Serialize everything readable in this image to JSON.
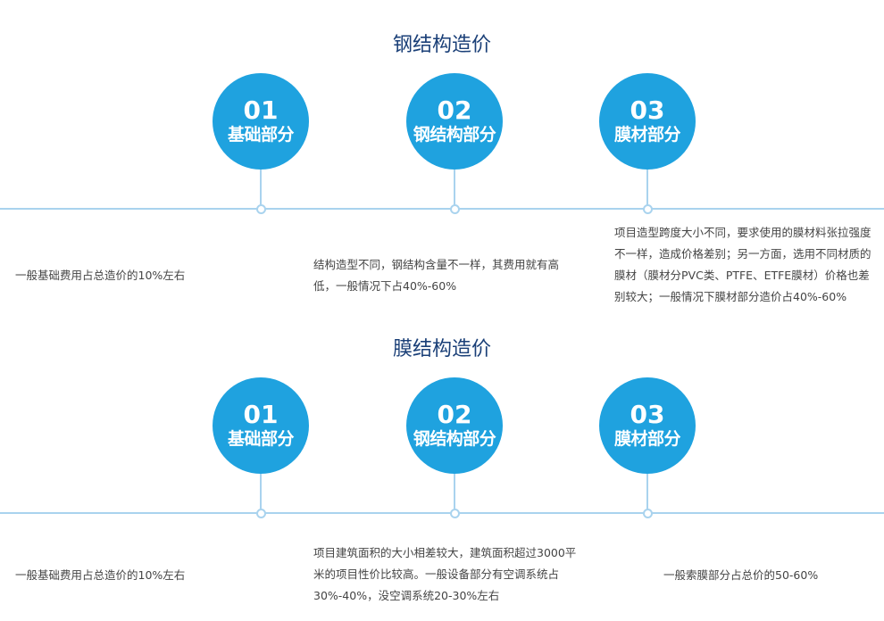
{
  "sections": [
    {
      "title": "钢结构造价",
      "items": [
        {
          "num": "01",
          "label": "基础部分",
          "desc": "一般基础费用占总造价的10%左右"
        },
        {
          "num": "02",
          "label": "钢结构部分",
          "desc": "结构造型不同，钢结构含量不一样，其费用就有高低，一般情况下占40%-60%"
        },
        {
          "num": "03",
          "label": "膜材部分",
          "desc": "项目造型跨度大小不同，要求使用的膜材料张拉强度不一样，造成价格差别；另一方面，选用不同材质的膜材（膜材分PVC类、PTFE、ETFE膜材）价格也差别较大；一般情况下膜材部分造价占40%-60%"
        }
      ]
    },
    {
      "title": "膜结构造价",
      "items": [
        {
          "num": "01",
          "label": "基础部分",
          "desc": "一般基础费用占总造价的10%左右"
        },
        {
          "num": "02",
          "label": "钢结构部分",
          "desc": "项目建筑面积的大小相差较大，建筑面积超过3000平米的项目性价比较高。一般设备部分有空调系统占30%-40%，没空调系统20-30%左右"
        },
        {
          "num": "03",
          "label": "膜材部分",
          "desc": "一般索膜部分占总价的50-60%"
        }
      ]
    }
  ]
}
